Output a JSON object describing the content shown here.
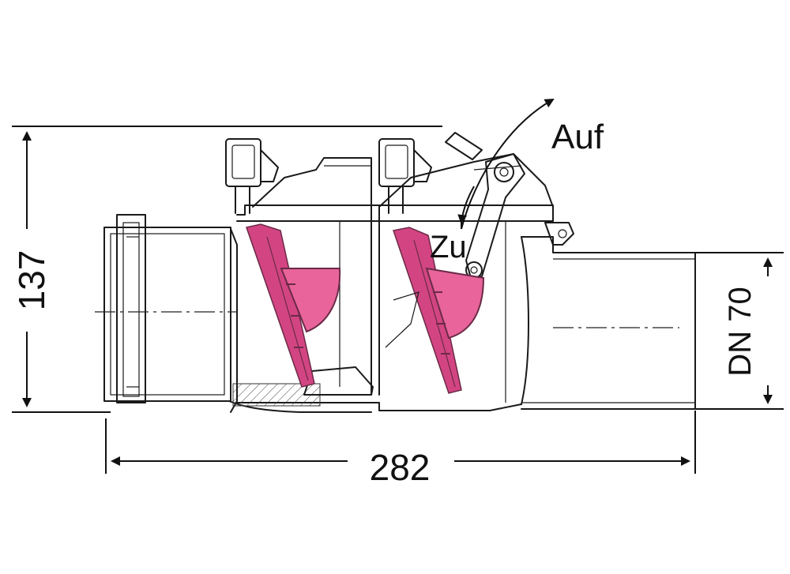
{
  "diagram": {
    "dimensions": {
      "height_label": "137",
      "width_label": "282",
      "nominal_diameter_label": "DN 70"
    },
    "annotations": {
      "open_label": "Auf",
      "closed_label": "Zu"
    },
    "colors": {
      "flap": "#e8649b",
      "line": "#1a1a1a"
    }
  }
}
